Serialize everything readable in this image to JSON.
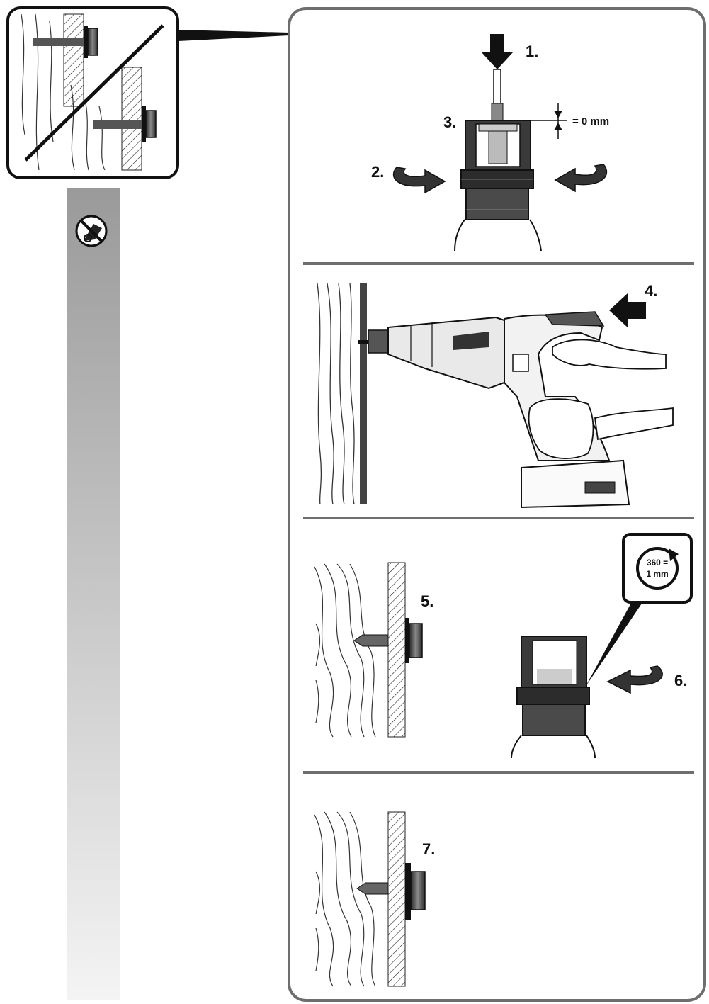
{
  "steps": {
    "s1": "1.",
    "s2": "2.",
    "s3": "3.",
    "s4": "4.",
    "s5": "5.",
    "s6": "6.",
    "s7": "7."
  },
  "depth_label": "= 0 mm",
  "rotation_badge": {
    "line1": "360 =",
    "line2": "1 mm"
  },
  "icons": {
    "sidebar": "no-grinder-icon",
    "inset": "screw-depth-comparison-icon"
  },
  "colors": {
    "frame": "#6e6e6e",
    "ink": "#111111",
    "sidebar_top": "#9a9a9a",
    "sidebar_bottom": "#f4f4f4"
  }
}
